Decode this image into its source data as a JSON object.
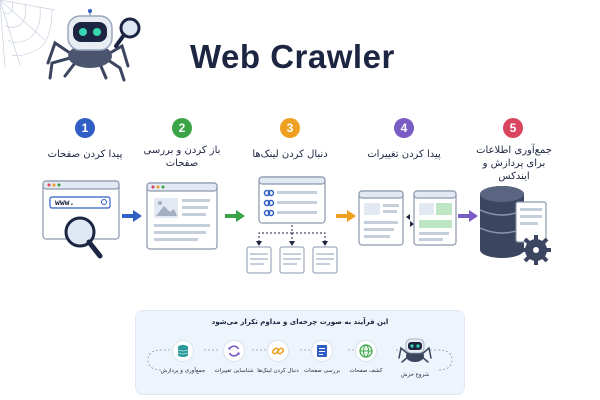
{
  "title": "Web Crawler",
  "search_text": "www.",
  "steps": [
    {
      "number": "1",
      "label": "پیدا کردن صفحات",
      "color": "#2f5fc4"
    },
    {
      "number": "2",
      "label": "باز کردن و بررسی صفحات",
      "color": "#3aa346"
    },
    {
      "number": "3",
      "label": "دنبال کردن لینک‌ها",
      "color": "#f0a020"
    },
    {
      "number": "4",
      "label": "پیدا کردن تغییرات",
      "color": "#7a5cc4"
    },
    {
      "number": "5",
      "label": "جمع‌آوری اطلاعات برای پردازش و ایندکس",
      "color": "#d9455f"
    }
  ],
  "cycle": {
    "title": "این فرآیند به صورت چرخه‌ای و مداوم تکرار می‌شود",
    "items": [
      {
        "label": "شروع خزش",
        "icon": "spider-icon"
      },
      {
        "label": "کشف صفحات",
        "icon": "globe-icon"
      },
      {
        "label": "بررسی صفحات",
        "icon": "document-icon"
      },
      {
        "label": "دنبال کردن لینک‌ها",
        "icon": "link-icon"
      },
      {
        "label": "شناسایی تغییرات",
        "icon": "refresh-icon"
      },
      {
        "label": "جمع‌آوری و پردازش",
        "icon": "database-icon"
      }
    ]
  },
  "colors": {
    "blue": "#2f5fc4",
    "green": "#3aa346",
    "orange": "#f0a020",
    "purple": "#7a5cc4",
    "navy": "#1c2541"
  }
}
